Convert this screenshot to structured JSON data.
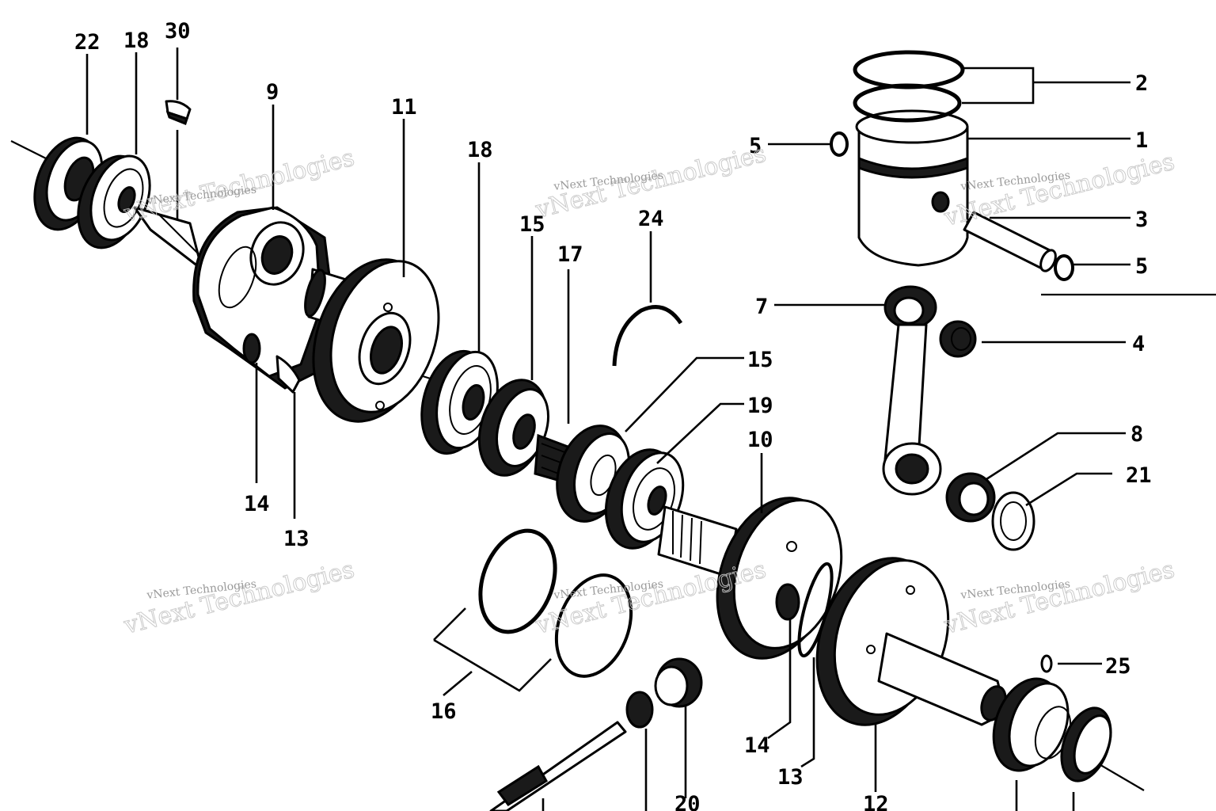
{
  "watermark": {
    "big": "vNext Technologies",
    "small": "vNext Technologies"
  },
  "callouts": {
    "c22": "22",
    "c18a": "18",
    "c30": "30",
    "c9": "9",
    "c11": "11",
    "c18b": "18",
    "c15a": "15",
    "c17": "17",
    "c24": "24",
    "c2": "2",
    "c1": "1",
    "c5a": "5",
    "c3": "3",
    "c5b": "5",
    "c7": "7",
    "c4": "4",
    "c15b": "15",
    "c19": "19",
    "c10": "10",
    "c8": "8",
    "c21": "21",
    "c14a": "14",
    "c13a": "13",
    "c16": "16",
    "c25": "25",
    "c14b": "14",
    "c13b": "13",
    "c12": "12",
    "c20": "20"
  }
}
